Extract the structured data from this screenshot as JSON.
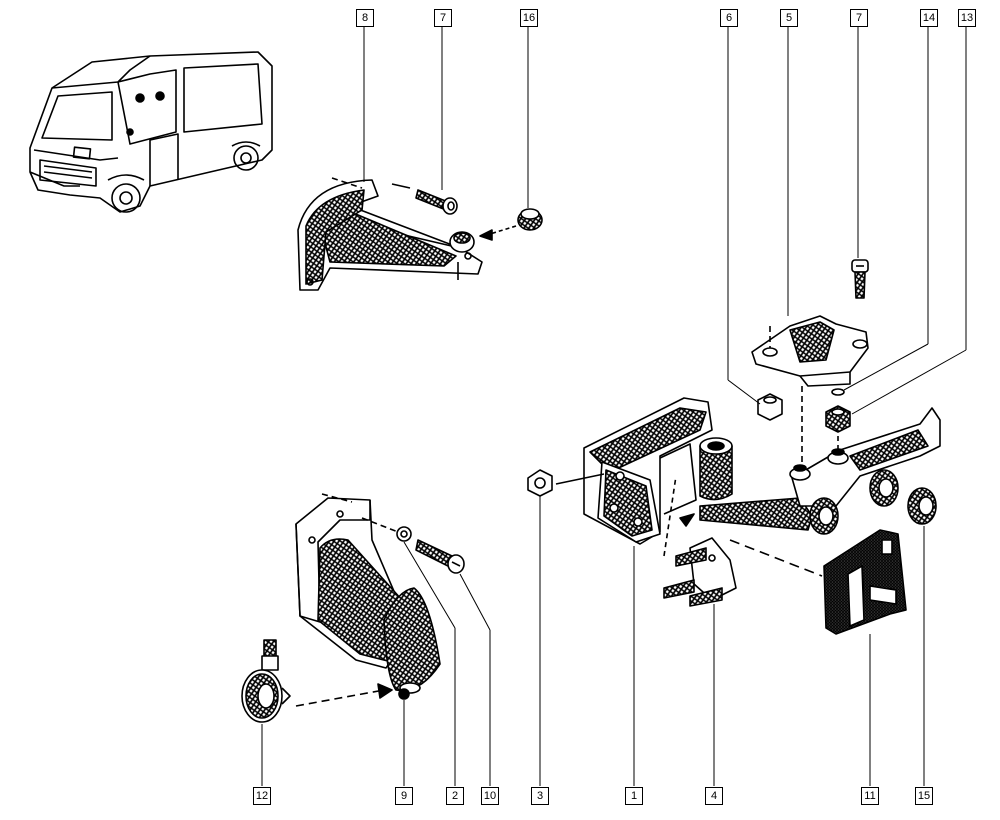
{
  "colors": {
    "ink": "#000000",
    "paper": "#ffffff",
    "shade": "#9a9a9a"
  },
  "callouts": {
    "c8": "8",
    "c7a": "7",
    "c16": "16",
    "c6": "6",
    "c5": "5",
    "c7b": "7",
    "c14": "14",
    "c13": "13",
    "c12": "12",
    "c9": "9",
    "c2": "2",
    "c10": "10",
    "c3": "3",
    "c1": "1",
    "c4": "4",
    "c11": "11",
    "c15": "15"
  }
}
